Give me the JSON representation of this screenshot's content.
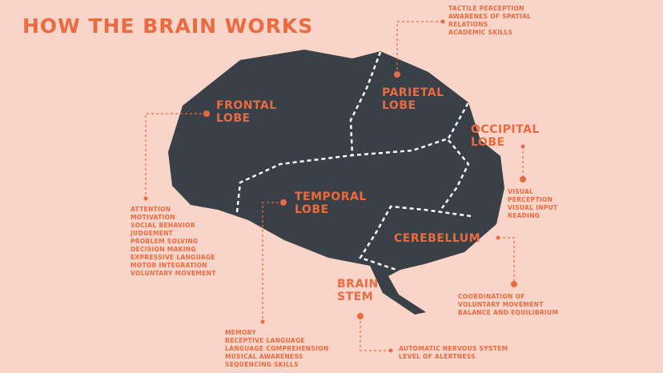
{
  "title": "HOW THE BRAIN WORKS",
  "colors": {
    "background": "#f8d5c8",
    "brain": "#3a4048",
    "accent": "#ec6a3f",
    "divider": "#ffffff"
  },
  "lobes": {
    "frontal": {
      "label": "FRONTAL\nLOBE",
      "functions": "ATTENTION\nMOTIVATION\nSOCIAL BEHAVIOR\nJUDGEMENT\nPROBLEM SOLVING\nDECISION MAKING\nEXPRESSIVE LANGUAGE\nMOTOR INTEGRATION\nVOLUNTARY MOVEMENT"
    },
    "parietal": {
      "label": "PARIETAL\nLOBE",
      "functions": "TACTILE PERCEPTION\nAWARENES OF SPATIAL\nRELATIONS\nACADEMIC SKILLS"
    },
    "occipital": {
      "label": "OCCIPITAL\nLOBE",
      "functions": "VISUAL\nPERCEPTION\nVISUAL INPUT\nREADING"
    },
    "temporal": {
      "label": "TEMPORAL\nLOBE",
      "functions": "MEMORY\nRECEPTIVE LANGUAGE\nLANGUAGE COMPREHENSION\nMUSICAL AWARENESS\nSEQUENCING SKILLS"
    },
    "cerebellum": {
      "label": "CEREBELLUM",
      "functions": "COORDINATION OF\nVOLUNTARY MOVEMENT\nBALANCE AND EQUILIBRIUM"
    },
    "brainstem": {
      "label": "BRAIN\nSTEM",
      "functions": "AUTOMATIC NERVOUS SYSTEM\nLEVEL OF ALERTNESS"
    }
  }
}
